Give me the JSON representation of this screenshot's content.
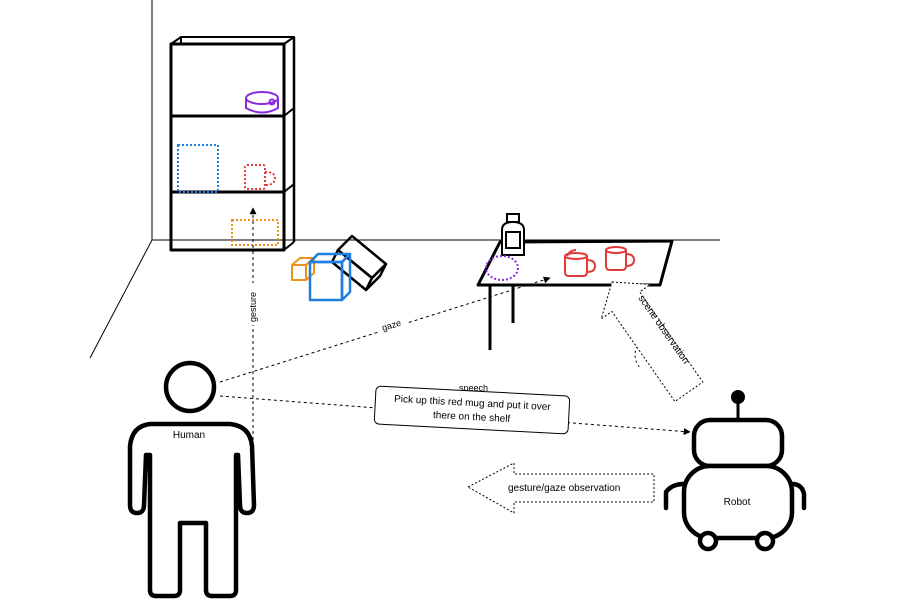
{
  "labels": {
    "human": "Human",
    "robot": "Robot",
    "gesture": "gesture",
    "gaze": "gaze",
    "speech": "speech",
    "utterance_line1": "Pick up this red mug and put it over",
    "utterance_line2": "there on the shelf",
    "scene_observation": "scene observation",
    "gesture_gaze_observation": "gesture/gaze observation"
  },
  "colors": {
    "line": "#000000",
    "purple": "#8a2be2",
    "blue": "#1e7fe0",
    "red": "#e23a3a",
    "orange": "#f0901a"
  }
}
